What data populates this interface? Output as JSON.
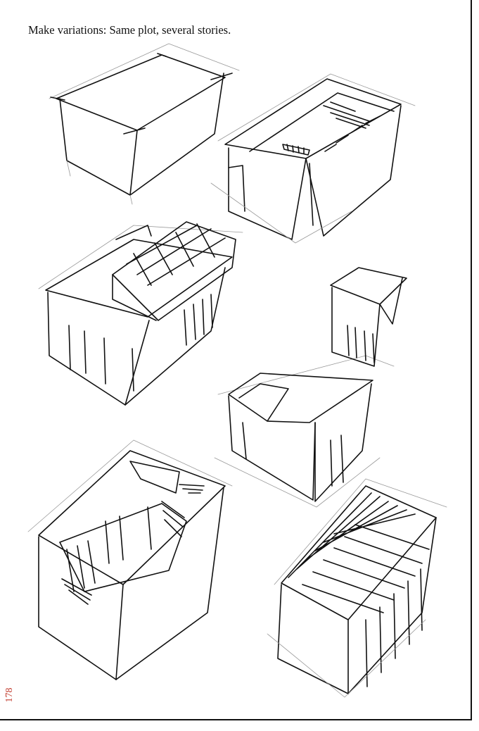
{
  "page": {
    "instruction": "Make variations: Same plot, several stories.",
    "page_number": "178"
  },
  "colors": {
    "ink": "#111111",
    "pencil": "#999999",
    "page_number": "#c0392b",
    "background": "#ffffff"
  },
  "sketches": [
    {
      "id": "plain-box"
    },
    {
      "id": "two-volume-roof-openings"
    },
    {
      "id": "grid-block-on-base"
    },
    {
      "id": "tower-with-courtyard"
    },
    {
      "id": "diagonal-cut-void"
    },
    {
      "id": "slatted-fins"
    }
  ]
}
